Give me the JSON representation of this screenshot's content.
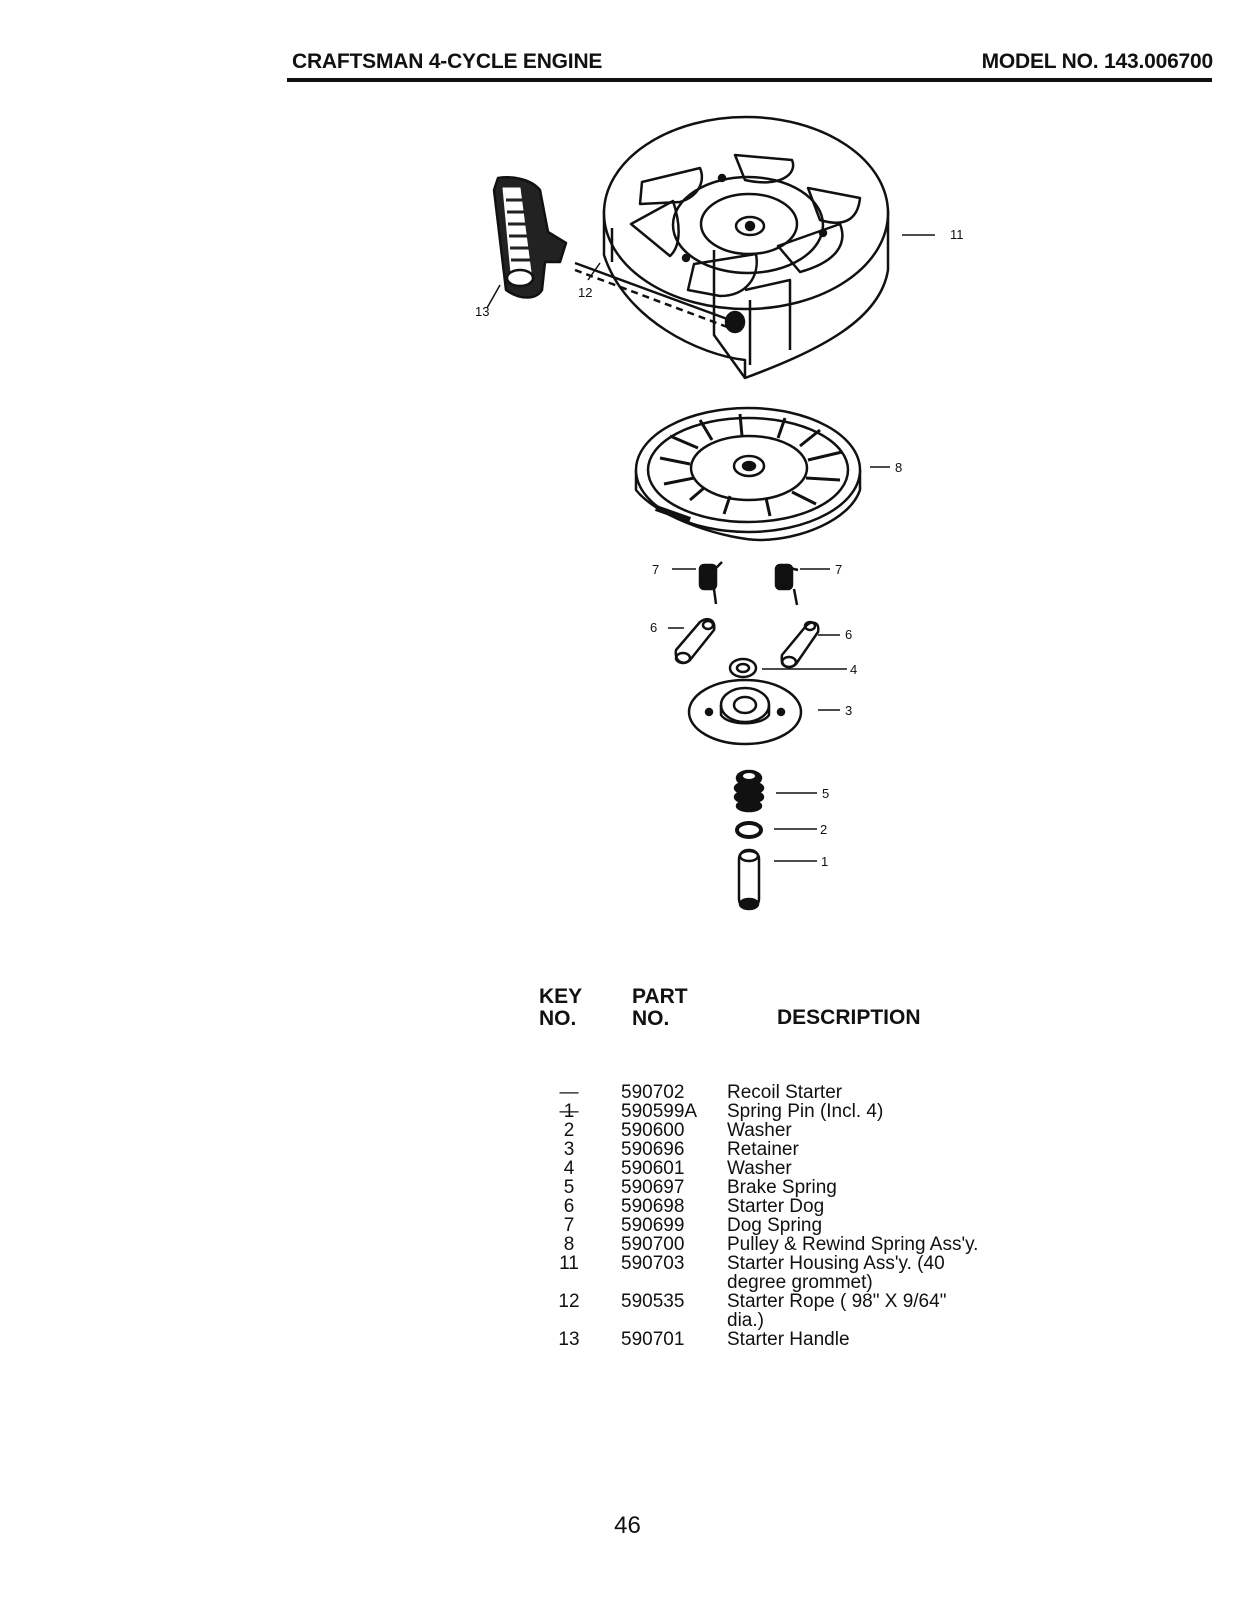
{
  "header": {
    "title": "CRAFTSMAN 4-CYCLE ENGINE",
    "model": "MODEL NO. 143.006700"
  },
  "diagram": {
    "callouts": [
      "11",
      "12",
      "13",
      "8",
      "7",
      "7",
      "6",
      "6",
      "4",
      "3",
      "5",
      "2",
      "1"
    ]
  },
  "table": {
    "headers": {
      "key_line1": "KEY",
      "key_line2": "NO.",
      "part_line1": "PART",
      "part_line2": "NO.",
      "description": "DESCRIPTION"
    },
    "rows": [
      {
        "key": "— —",
        "part": "590702",
        "desc": [
          "Recoil Starter"
        ]
      },
      {
        "key": "1",
        "part": "590599A",
        "desc": [
          "Spring Pin (Incl. 4)"
        ]
      },
      {
        "key": "2",
        "part": "590600",
        "desc": [
          "Washer"
        ]
      },
      {
        "key": "3",
        "part": "590696",
        "desc": [
          "Retainer"
        ]
      },
      {
        "key": "4",
        "part": "590601",
        "desc": [
          "Washer"
        ]
      },
      {
        "key": "5",
        "part": "590697",
        "desc": [
          "Brake Spring"
        ]
      },
      {
        "key": "6",
        "part": "590698",
        "desc": [
          "Starter Dog"
        ]
      },
      {
        "key": "7",
        "part": "590699",
        "desc": [
          "Dog Spring"
        ]
      },
      {
        "key": "8",
        "part": "590700",
        "desc": [
          "Pulley & Rewind Spring Ass'y."
        ]
      },
      {
        "key": "11",
        "part": "590703",
        "desc": [
          "Starter Housing Ass'y. (40",
          "degree grommet)"
        ]
      },
      {
        "key": "12",
        "part": "590535",
        "desc": [
          "Starter Rope ( 98\" X 9/64\"",
          "dia.)"
        ]
      },
      {
        "key": "13",
        "part": "590701",
        "desc": [
          "Starter Handle"
        ]
      }
    ]
  },
  "page_number": "46"
}
